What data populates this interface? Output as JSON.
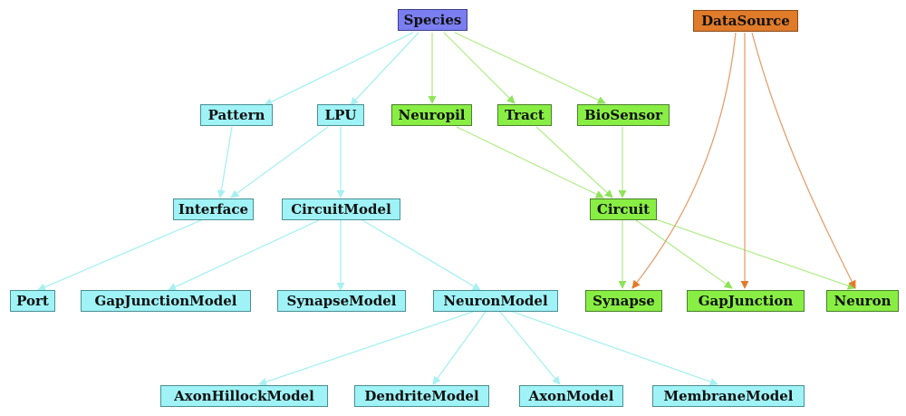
{
  "colors": {
    "cyan_node": "#9ff3f6",
    "cyan_edge": "#a8f0f2",
    "green_node": "#88ee44",
    "green_edge": "#b6ec8f",
    "purple_node": "#7b7ef0",
    "orange_node": "#e07b2a",
    "orange_edge": "#e3a070"
  },
  "nodes": {
    "species": "Species",
    "datasource": "DataSource",
    "pattern": "Pattern",
    "lpu": "LPU",
    "neuropil": "Neuropil",
    "tract": "Tract",
    "biosensor": "BioSensor",
    "interface": "Interface",
    "circuitmodel": "CircuitModel",
    "circuit": "Circuit",
    "port": "Port",
    "gapjunctionmodel": "GapJunctionModel",
    "synapsemodel": "SynapseModel",
    "neuronmodel": "NeuronModel",
    "synapse": "Synapse",
    "gapjunction": "GapJunction",
    "neuron": "Neuron",
    "axonhillockmodel": "AxonHillockModel",
    "dendritemodel": "DendriteModel",
    "axonmodel": "AxonModel",
    "membranemodel": "MembraneModel"
  }
}
